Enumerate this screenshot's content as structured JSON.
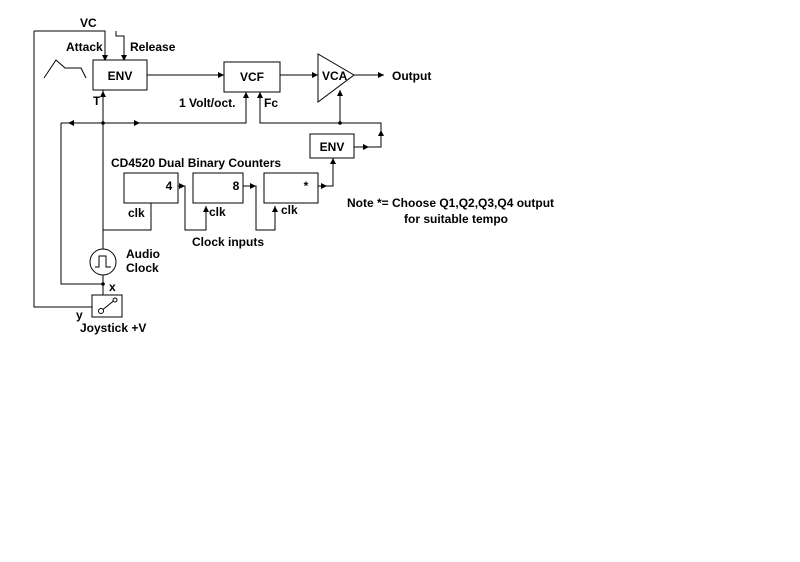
{
  "labels": {
    "vc": "VC",
    "attack": "Attack",
    "release": "Release",
    "env_main": "ENV",
    "vcf": "VCF",
    "vca": "VCA",
    "output": "Output",
    "t": "T",
    "volt_oct": "1 Volt/oct.",
    "fc": "Fc",
    "env_second": "ENV",
    "counters_title": "CD4520 Dual Binary Counters",
    "counter1_out": "4",
    "counter2_out": "8",
    "counter3_out": "*",
    "clk1": "clk",
    "clk2": "clk",
    "clk3": "clk",
    "clock_inputs": "Clock inputs",
    "note_line1": "Note *= Choose Q1,Q2,Q3,Q4 output",
    "note_line2": "for suitable tempo",
    "audio": "Audio",
    "clock": "Clock",
    "x": "x",
    "y": "y",
    "joystick": "Joystick +V"
  },
  "icons": {
    "envelope_shape": "envelope-shape-icon",
    "square_wave": "square-wave-icon",
    "joystick": "joystick-icon"
  }
}
